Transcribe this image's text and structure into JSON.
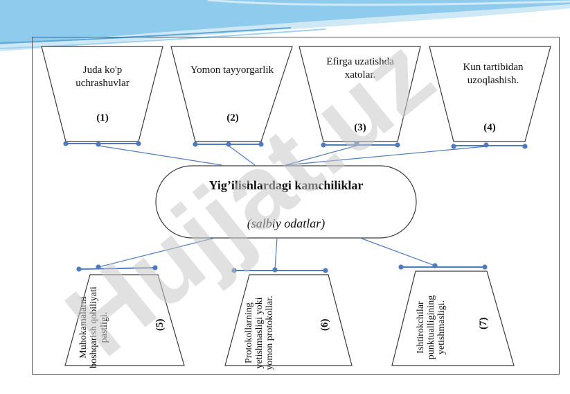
{
  "central": {
    "title": "Yig’ilishlardagi kamchiliklar",
    "subtitle": "(salbiy odatlar)"
  },
  "boxes": [
    {
      "text": "Juda ko'p uchrashuvlar",
      "num": "(1)"
    },
    {
      "text": "Yomon tayyorgarlik",
      "num": "(2)"
    },
    {
      "text": "Efirga uzatishda xatolar.",
      "num": "(3)"
    },
    {
      "text": "Kun tartibidan uzoqlashish.",
      "num": "(4)"
    },
    {
      "text": "Muhokamalarni boshqarish qobiliyati pastligi.",
      "num": "(5)"
    },
    {
      "text": "Protokollarning yetishmasligi yoki yomon protokollar.",
      "num": "(6)"
    },
    {
      "text": "Ishtirokchilar punktualligining yetishmasligi.",
      "num": "(7)"
    }
  ],
  "watermark": "Hujjat.uz",
  "colors": {
    "connector": "#4f7bbd",
    "outline": "#3a3a3a",
    "wave": "#5aa7d8",
    "watermark_gray": "#c8c8c8",
    "watermark_violet": "#c9b7f0"
  }
}
